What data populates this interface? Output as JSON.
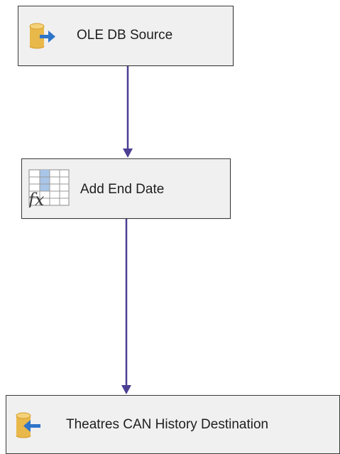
{
  "diagram": {
    "nodes": [
      {
        "id": "source",
        "label": "OLE DB Source",
        "icon": "database-source-icon"
      },
      {
        "id": "derived",
        "label": "Add End Date",
        "icon": "derived-column-icon"
      },
      {
        "id": "destination",
        "label": "Theatres CAN History Destination",
        "icon": "database-destination-icon"
      }
    ],
    "edges": [
      {
        "from": "source",
        "to": "derived"
      },
      {
        "from": "derived",
        "to": "destination"
      }
    ],
    "colors": {
      "connector": "#4b3f93",
      "node_fill": "#f0f0f0",
      "node_border": "#3a3a3a",
      "database_fill": "#e8b84a",
      "database_top": "#f4d27a",
      "arrow_blue": "#2e75c9",
      "grid_highlight": "#a9c6e8"
    }
  }
}
